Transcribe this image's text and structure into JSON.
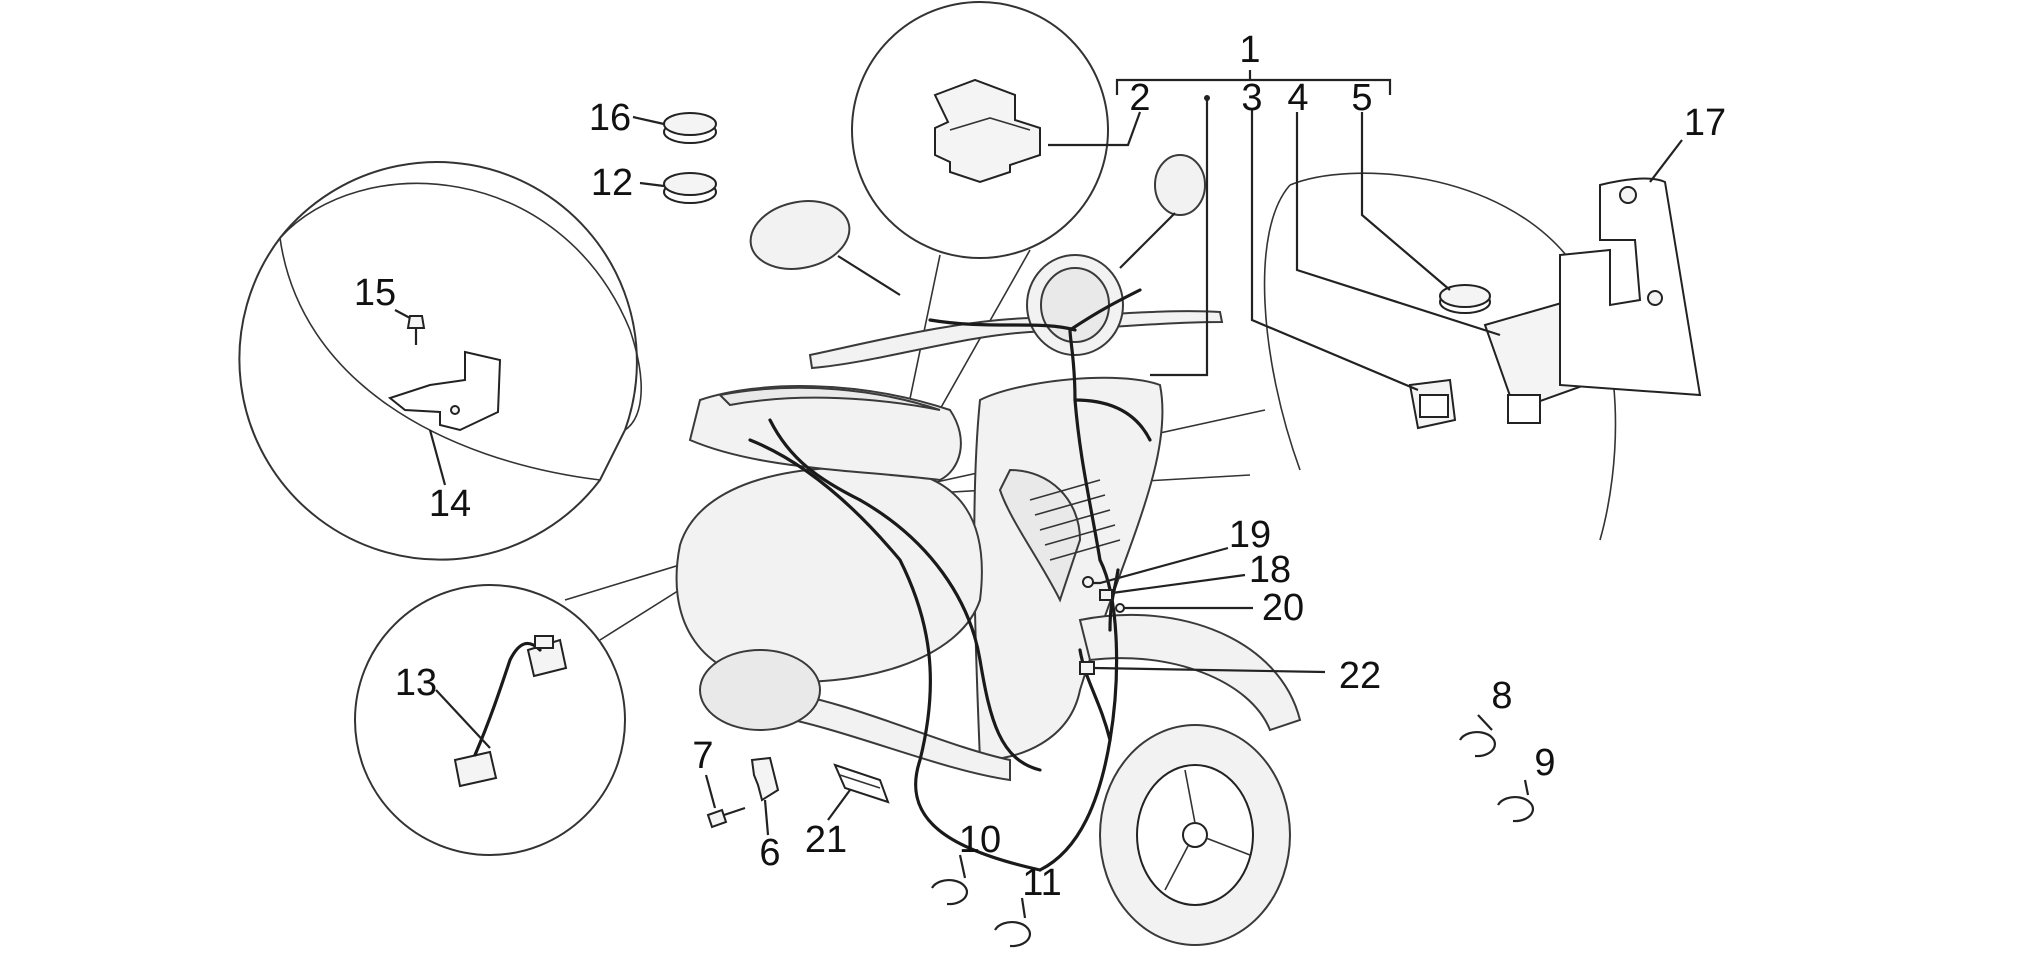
{
  "callouts": {
    "c1": "1",
    "c2": "2",
    "c3": "3",
    "c4": "4",
    "c5": "5",
    "c6": "6",
    "c7": "7",
    "c8": "8",
    "c9": "9",
    "c10": "10",
    "c11": "11",
    "c12": "12",
    "c13": "13",
    "c14": "14",
    "c15": "15",
    "c16": "16",
    "c17": "17",
    "c18": "18",
    "c19": "19",
    "c20": "20",
    "c21": "21",
    "c22": "22"
  },
  "colors": {
    "line": "#222222",
    "background": "#ffffff"
  }
}
